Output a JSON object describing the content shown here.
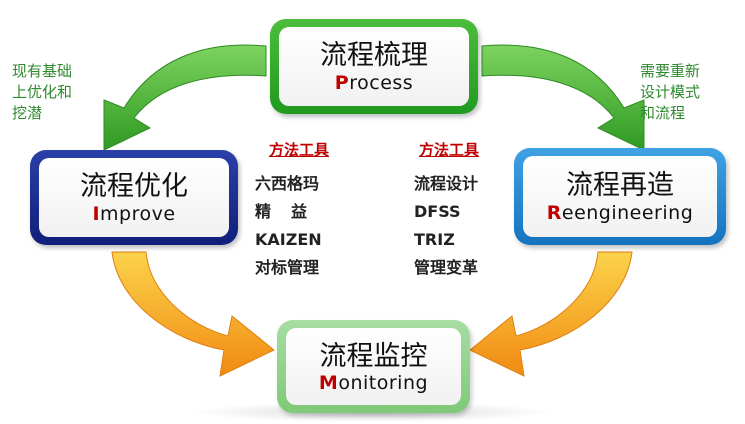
{
  "boxes": {
    "process": {
      "zh": "流程梳理",
      "en_first": "P",
      "en_rest": "rocess"
    },
    "improve": {
      "zh": "流程优化",
      "en_first": "I",
      "en_rest": "mprove"
    },
    "reengineer": {
      "zh": "流程再造",
      "en_first": "R",
      "en_rest": "eengineering"
    },
    "monitor": {
      "zh": "流程监控",
      "en_first": "M",
      "en_rest": "onitoring"
    }
  },
  "notes": {
    "left": [
      "现有基础",
      "上优化和",
      "挖潜"
    ],
    "right": [
      "需要重新",
      "设计模式",
      "和流程"
    ]
  },
  "methods_left": {
    "title": "方法工具",
    "items": [
      "六西格玛",
      "精益",
      "KAIZEN",
      "对标管理"
    ]
  },
  "methods_right": {
    "title": "方法工具",
    "items": [
      "流程设计",
      "DFSS",
      "TRIZ",
      "管理变革"
    ]
  },
  "colors": {
    "green_arrow": "#3daa2f",
    "orange_arrow": "#f29a1a",
    "accent_red": "#c00000",
    "note_green": "#2e8a2e"
  }
}
